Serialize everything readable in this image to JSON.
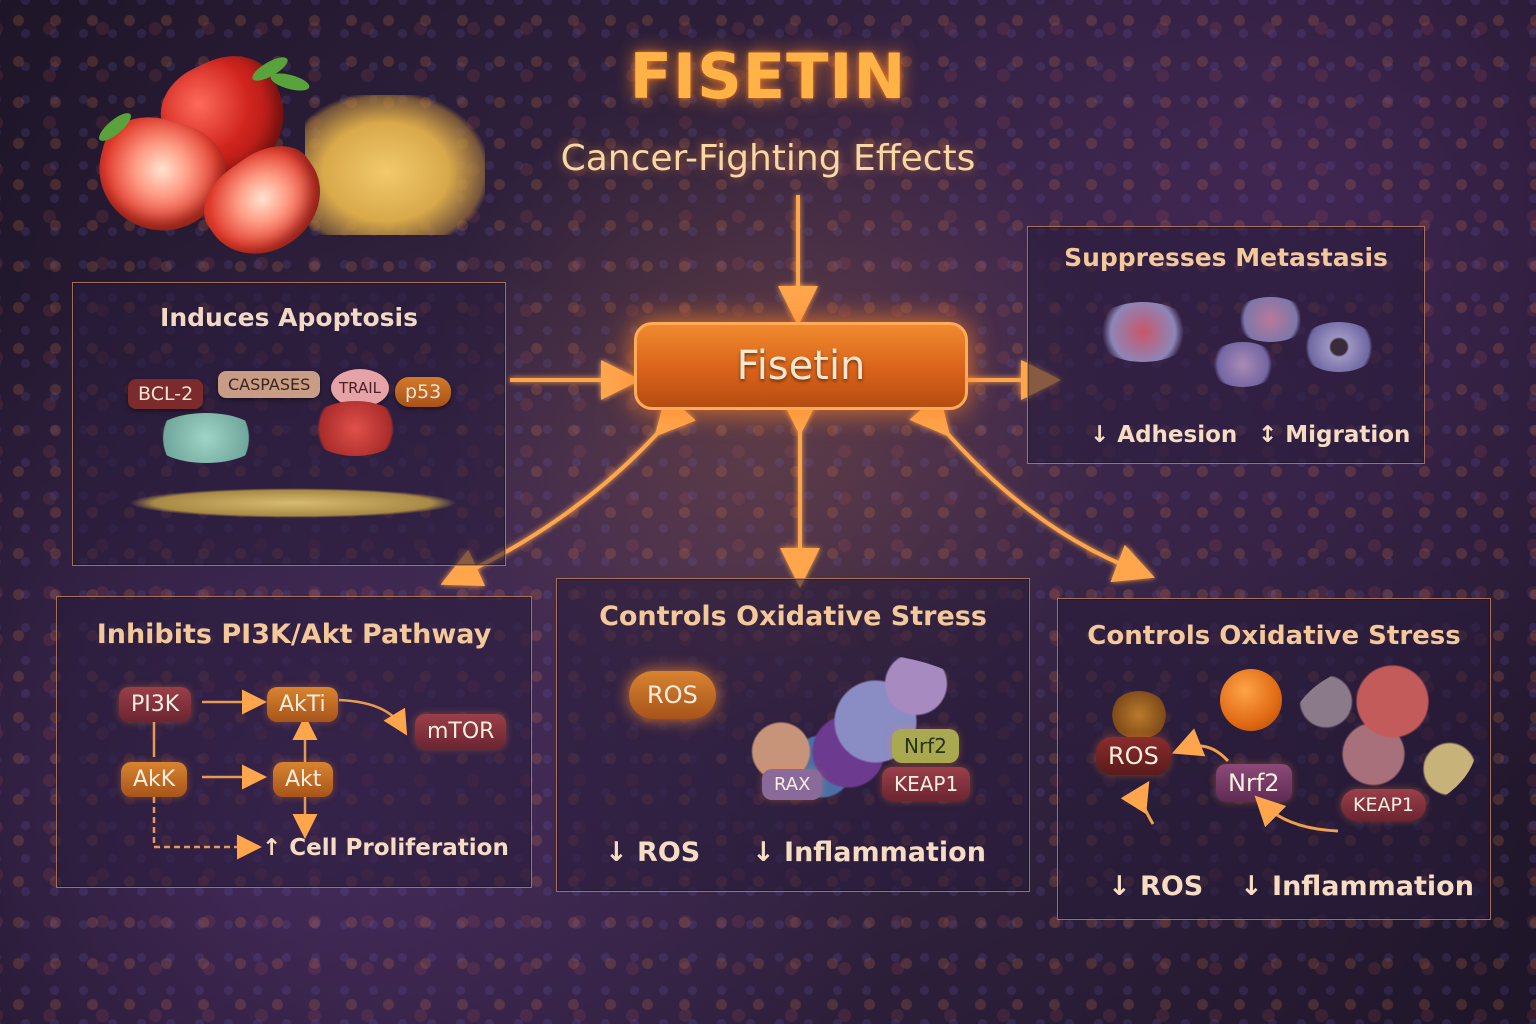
{
  "header": {
    "title": "FISETIN",
    "subtitle": "Cancer-Fighting Effects"
  },
  "hub": {
    "label": "Fisetin",
    "color": "#d9621a"
  },
  "colors": {
    "accent": "#ffb347",
    "panel_border": "#cd8c64",
    "arrow": "#ffa64d",
    "background": "#2a1d37"
  },
  "food_image": {
    "items": [
      "strawberry",
      "strawberry-half",
      "strawberry-half",
      "fisetin-powder"
    ]
  },
  "panels": {
    "apoptosis": {
      "title": "Induces Apoptosis",
      "tags": [
        "BCL-2",
        "CASPASES",
        "TRAIL",
        "p53"
      ]
    },
    "metastasis": {
      "title": "Suppresses Metastasis",
      "effects": [
        "↓ Adhesion",
        "↕ Migration"
      ]
    },
    "pi3k": {
      "title": "Inhibits PI3K/Akt Pathway",
      "nodes": [
        "PI3K",
        "AkTi",
        "mTOR",
        "AkK",
        "Akt"
      ],
      "outcome": "↑ Cell Proliferation"
    },
    "oxidative_center": {
      "title": "Controls Oxidative Stress",
      "nodes": [
        "ROS",
        "Nrf2",
        "KEAP1",
        "RAX"
      ],
      "effects": [
        "↓ ROS",
        "↓ Inflammation"
      ]
    },
    "oxidative_right": {
      "title": "Controls Oxidative Stress",
      "nodes": [
        "ROS",
        "Nrf2",
        "KEAP1"
      ],
      "effects": [
        "↓ ROS",
        "↓ Inflammation"
      ]
    }
  }
}
